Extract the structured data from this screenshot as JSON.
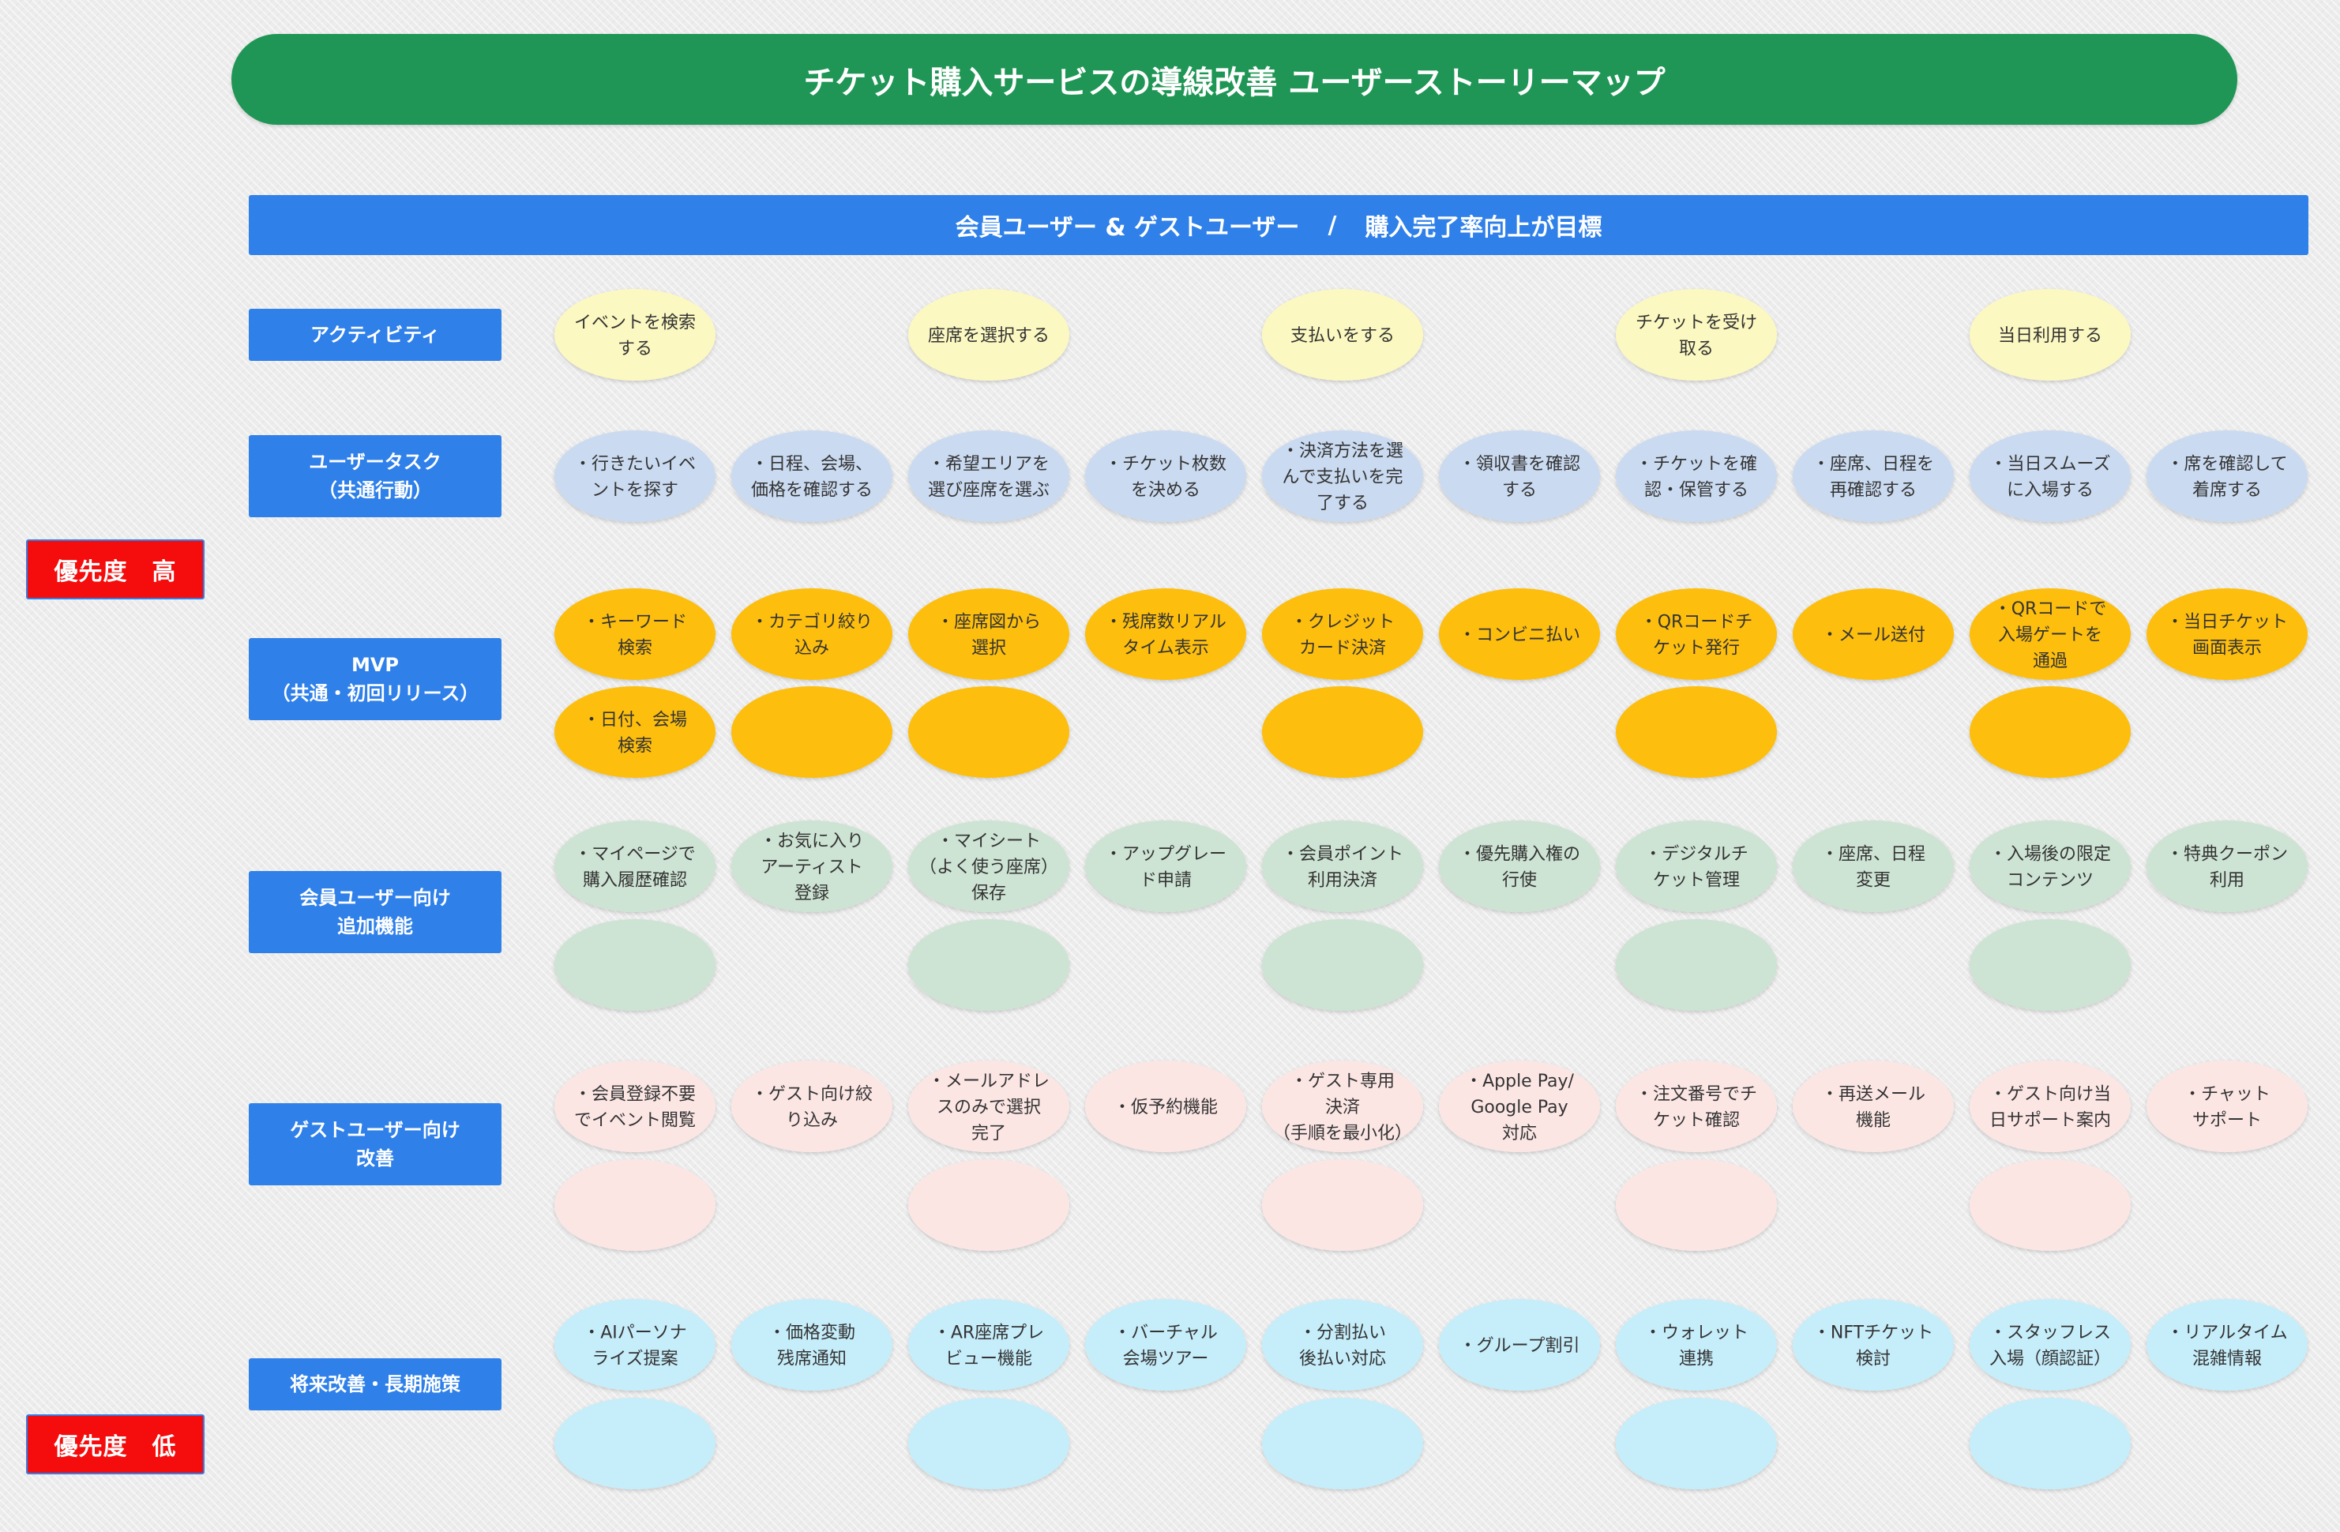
{
  "title": "チケット購入サービスの導線改善 ユーザーストーリーマップ",
  "subtitle": {
    "users": "会員ユーザー & ゲストユーザー",
    "separator": "/",
    "goal": "購入完了率向上が目標"
  },
  "priority": {
    "high": "優先度　高",
    "low": "優先度　低"
  },
  "rows": [
    {
      "id": "activity",
      "label_lines": [
        "アクティビティ"
      ],
      "color": "#fcf8c1",
      "cards": [
        {
          "col": 0,
          "lines": [
            "イベントを検索",
            "する"
          ]
        },
        {
          "col": 2,
          "lines": [
            "座席を選択する"
          ]
        },
        {
          "col": 4,
          "lines": [
            "支払いをする"
          ]
        },
        {
          "col": 6,
          "lines": [
            "チケットを受け",
            "取る"
          ]
        },
        {
          "col": 8,
          "lines": [
            "当日利用する"
          ]
        }
      ],
      "empty_cols": []
    },
    {
      "id": "user-task",
      "label_lines": [
        "ユーザータスク",
        "（共通行動）"
      ],
      "color": "#cadaf0",
      "cards": [
        {
          "col": 0,
          "lines": [
            "・行きたいイベ",
            "ントを探す"
          ]
        },
        {
          "col": 1,
          "lines": [
            "・日程、会場、",
            "価格を確認する"
          ]
        },
        {
          "col": 2,
          "lines": [
            "・希望エリアを",
            "選び座席を選ぶ"
          ]
        },
        {
          "col": 3,
          "lines": [
            "・チケット枚数",
            "を決める"
          ]
        },
        {
          "col": 4,
          "lines": [
            "・決済方法を選",
            "んで支払いを完",
            "了する"
          ]
        },
        {
          "col": 5,
          "lines": [
            "・領収書を確認",
            "する"
          ]
        },
        {
          "col": 6,
          "lines": [
            "・チケットを確",
            "認・保管する"
          ]
        },
        {
          "col": 7,
          "lines": [
            "・座席、日程を",
            "再確認する"
          ]
        },
        {
          "col": 8,
          "lines": [
            "・当日スムーズ",
            "に入場する"
          ]
        },
        {
          "col": 9,
          "lines": [
            "・席を確認して",
            "着席する"
          ]
        }
      ],
      "empty_cols": []
    },
    {
      "id": "mvp",
      "label_lines": [
        "MVP",
        "（共通・初回リリース）"
      ],
      "color": "#fdbe0b",
      "cards": [
        {
          "col": 0,
          "lines": [
            "・キーワード",
            "検索"
          ]
        },
        {
          "col": 1,
          "lines": [
            "・カテゴリ絞り",
            "込み"
          ]
        },
        {
          "col": 2,
          "lines": [
            "・座席図から",
            "選択"
          ]
        },
        {
          "col": 3,
          "lines": [
            "・残席数リアル",
            "タイム表示"
          ]
        },
        {
          "col": 4,
          "lines": [
            "・クレジット",
            "カード決済"
          ]
        },
        {
          "col": 5,
          "lines": [
            "・コンビニ払い"
          ]
        },
        {
          "col": 6,
          "lines": [
            "・QRコードチ",
            "ケット発行"
          ]
        },
        {
          "col": 7,
          "lines": [
            "・メール送付"
          ]
        },
        {
          "col": 8,
          "lines": [
            "・QRコードで",
            "入場ゲートを",
            "通過"
          ]
        },
        {
          "col": 9,
          "lines": [
            "・当日チケット",
            "画面表示"
          ]
        },
        {
          "col": 0,
          "second": true,
          "lines": [
            "・日付、会場",
            "検索"
          ]
        }
      ],
      "empty_cols": [
        1,
        2,
        4,
        6,
        8
      ]
    },
    {
      "id": "member",
      "label_lines": [
        "会員ユーザー向け",
        "追加機能"
      ],
      "color": "#cde3d3",
      "cards": [
        {
          "col": 0,
          "lines": [
            "・マイページで",
            "購入履歴確認"
          ]
        },
        {
          "col": 1,
          "lines": [
            "・お気に入り",
            "アーティスト",
            "登録"
          ]
        },
        {
          "col": 2,
          "lines": [
            "・マイシート",
            "（よく使う座席）",
            "保存"
          ]
        },
        {
          "col": 3,
          "lines": [
            "・アップグレー",
            "ド申請"
          ]
        },
        {
          "col": 4,
          "lines": [
            "・会員ポイント",
            "利用決済"
          ]
        },
        {
          "col": 5,
          "lines": [
            "・優先購入権の",
            "行使"
          ]
        },
        {
          "col": 6,
          "lines": [
            "・デジタルチ",
            "ケット管理"
          ]
        },
        {
          "col": 7,
          "lines": [
            "・座席、日程",
            "変更"
          ]
        },
        {
          "col": 8,
          "lines": [
            "・入場後の限定",
            "コンテンツ"
          ]
        },
        {
          "col": 9,
          "lines": [
            "・特典クーポン",
            "利用"
          ]
        }
      ],
      "empty_cols": [
        0,
        2,
        4,
        6,
        8
      ]
    },
    {
      "id": "guest",
      "label_lines": [
        "ゲストユーザー向け",
        "改善"
      ],
      "color": "#fbe6e4",
      "cards": [
        {
          "col": 0,
          "lines": [
            "・会員登録不要",
            "でイベント閲覧"
          ]
        },
        {
          "col": 1,
          "lines": [
            "・ゲスト向け絞",
            "り込み"
          ]
        },
        {
          "col": 2,
          "lines": [
            "・メールアドレ",
            "スのみで選択",
            "完了"
          ]
        },
        {
          "col": 3,
          "lines": [
            "・仮予約機能"
          ]
        },
        {
          "col": 4,
          "lines": [
            "・ゲスト専用",
            "決済",
            "（手順を最小化）"
          ]
        },
        {
          "col": 5,
          "lines": [
            "・Apple Pay/",
            "Google Pay",
            "対応"
          ]
        },
        {
          "col": 6,
          "lines": [
            "・注文番号でチ",
            "ケット確認"
          ]
        },
        {
          "col": 7,
          "lines": [
            "・再送メール",
            "機能"
          ]
        },
        {
          "col": 8,
          "lines": [
            "・ゲスト向け当",
            "日サポート案内"
          ]
        },
        {
          "col": 9,
          "lines": [
            "・チャット",
            "サポート"
          ]
        }
      ],
      "empty_cols": [
        0,
        2,
        4,
        6,
        8
      ]
    },
    {
      "id": "future",
      "label_lines": [
        "将来改善・長期施策"
      ],
      "color": "#c6edfa",
      "cards": [
        {
          "col": 0,
          "lines": [
            "・AIパーソナ",
            "ライズ提案"
          ]
        },
        {
          "col": 1,
          "lines": [
            "・価格変動",
            "残席通知"
          ]
        },
        {
          "col": 2,
          "lines": [
            "・AR座席プレ",
            "ビュー機能"
          ]
        },
        {
          "col": 3,
          "lines": [
            "・バーチャル",
            "会場ツアー"
          ]
        },
        {
          "col": 4,
          "lines": [
            "・分割払い",
            "後払い対応"
          ]
        },
        {
          "col": 5,
          "lines": [
            "・グループ割引"
          ]
        },
        {
          "col": 6,
          "lines": [
            "・ウォレット",
            "連携"
          ]
        },
        {
          "col": 7,
          "lines": [
            "・NFTチケット",
            "検討"
          ]
        },
        {
          "col": 8,
          "lines": [
            "・スタッフレス",
            "入場（顔認証）"
          ]
        },
        {
          "col": 9,
          "lines": [
            "・リアルタイム",
            "混雑情報"
          ]
        }
      ],
      "empty_cols": [
        0,
        2,
        4,
        6,
        8
      ]
    }
  ]
}
